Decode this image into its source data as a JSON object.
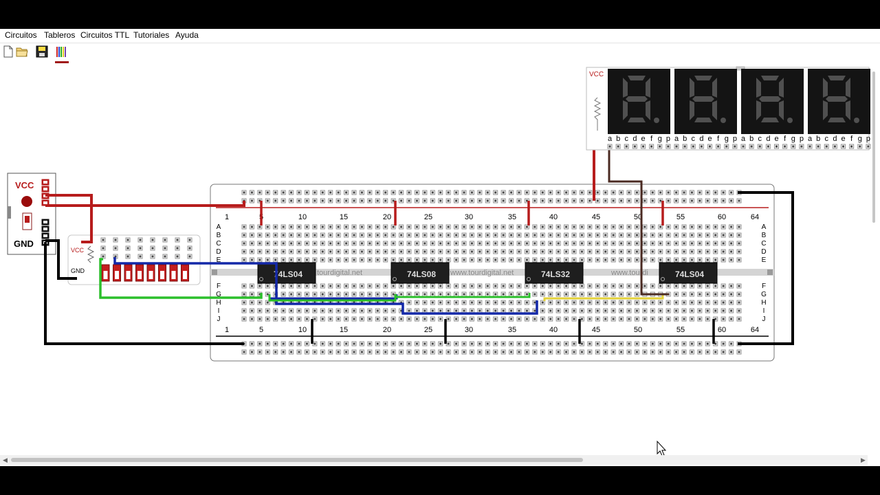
{
  "menu": {
    "items": [
      "Circuitos",
      "Tableros",
      "Circuitos TTL",
      "Tutoriales",
      "Ayuda"
    ]
  },
  "toolbar": {
    "buttons": [
      "new-file-icon",
      "open-folder-icon",
      "save-icon",
      "color-bars-icon"
    ]
  },
  "power_supply": {
    "vcc_label": "VCC",
    "gnd_label": "GND"
  },
  "dip_switch_module": {
    "vcc_label": "VCC",
    "gnd_label": "GND"
  },
  "breadboard": {
    "column_numbers": [
      "1",
      "5",
      "10",
      "15",
      "20",
      "25",
      "30",
      "35",
      "40",
      "45",
      "50",
      "55",
      "60",
      "64"
    ],
    "top_rows": [
      "A",
      "B",
      "C",
      "D",
      "E"
    ],
    "bottom_rows": [
      "F",
      "G",
      "H",
      "I",
      "J"
    ],
    "watermarks": [
      "tourdigital.net",
      "www.tourdigital.net",
      "www.tourdi"
    ],
    "chips": [
      "74LS04",
      "74LS08",
      "74LS32",
      "74LS04"
    ]
  },
  "display_module": {
    "vcc_label": "VCC",
    "segment_labels": [
      "a",
      "b",
      "c",
      "d",
      "e",
      "f",
      "g",
      "p"
    ],
    "digit_count": 4
  },
  "colors": {
    "vcc_wire": "#b71c1c",
    "gnd_wire": "#000000",
    "blue_wire": "#1428a8",
    "green_wire": "#2bbf2b",
    "yellow_wire": "#e3d23a",
    "brown_wire": "#4a2a22",
    "chip_body": "#1e1e1e",
    "display_body": "#141414",
    "segment_off": "#505050"
  }
}
